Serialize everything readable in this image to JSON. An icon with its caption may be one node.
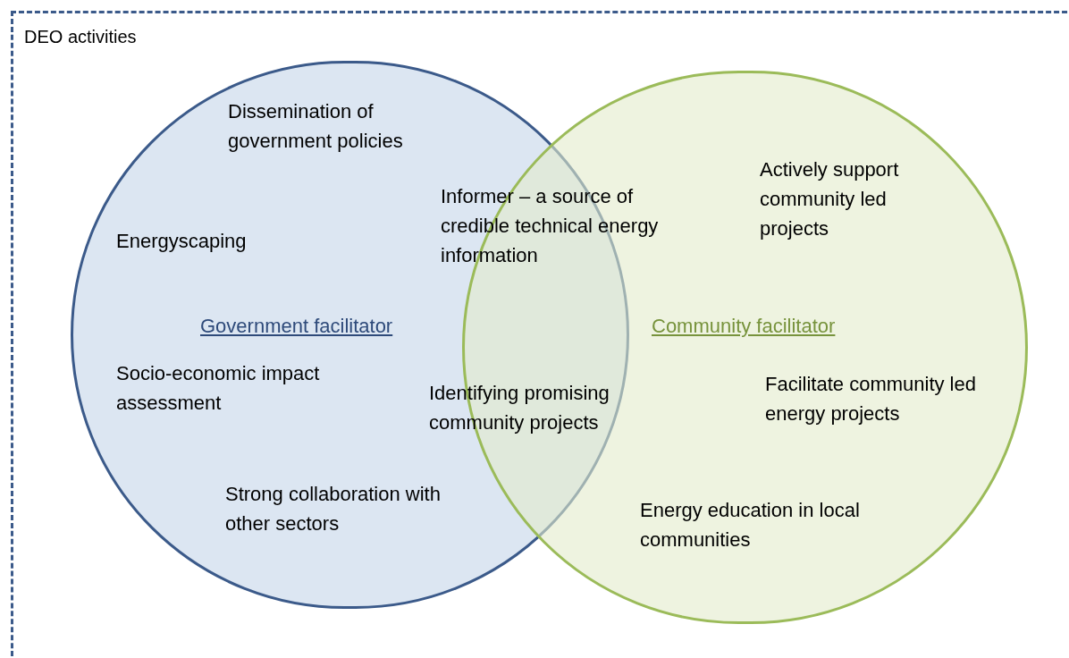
{
  "diagram": {
    "nodes": [
      {
        "text": [
          "DEO activities"
        ]
      },
      {
        "text": [
          "Government facilitator"
        ],
        "in": 0
      },
      {
        "text": [
          "Community facilitator"
        ],
        "in": 0
      }
    ],
    "labels": [
      "Dissemination of government policies",
      "Actively support community led projects",
      "Informer – a source of credible technical energy information",
      "Energyscaping",
      "Socio-economic impact assessment",
      "Facilitate community led energy projects",
      "Identifying promising community projects",
      "Strong collaboration with other sectors",
      "Energy education in local communities"
    ]
  }
}
